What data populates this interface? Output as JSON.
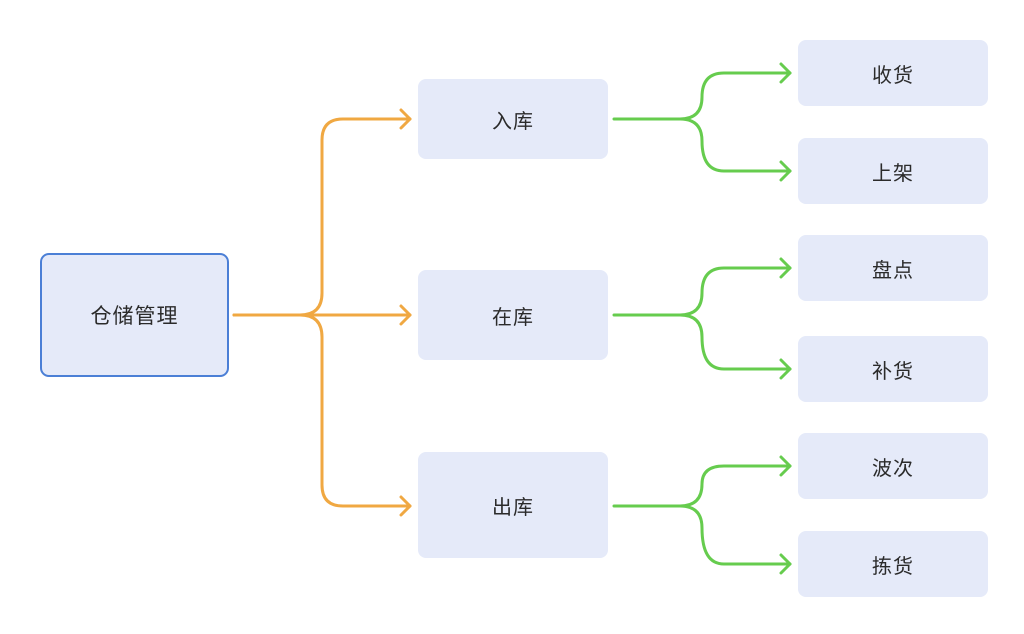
{
  "colors": {
    "node_fill": "#e5eaf9",
    "root_border": "#4b7fd6",
    "level1_connector": "#f0a842",
    "level2_connector": "#66cc4e"
  },
  "root": {
    "label": "仓储管理"
  },
  "branches": [
    {
      "label": "入库",
      "children": [
        {
          "label": "收货"
        },
        {
          "label": "上架"
        }
      ]
    },
    {
      "label": "在库",
      "children": [
        {
          "label": "盘点"
        },
        {
          "label": "补货"
        }
      ]
    },
    {
      "label": "出库",
      "children": [
        {
          "label": "波次"
        },
        {
          "label": "拣货"
        }
      ]
    }
  ]
}
